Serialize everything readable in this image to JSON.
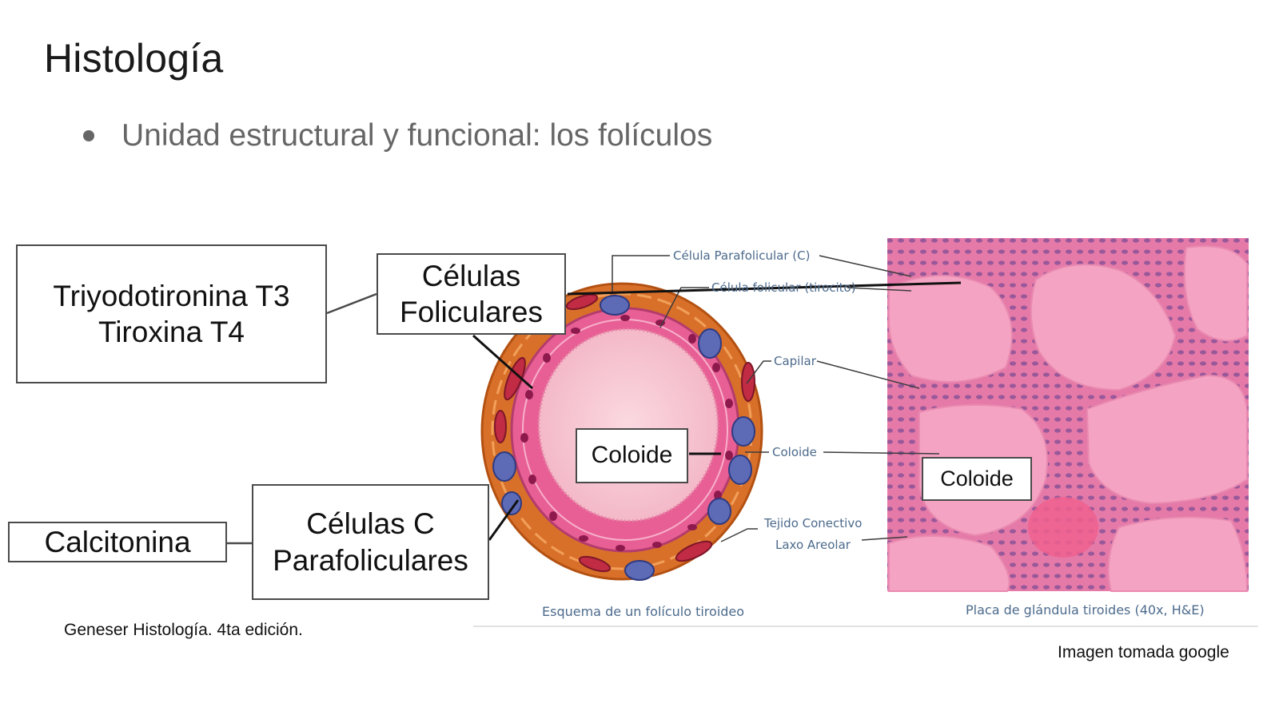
{
  "slide": {
    "title": "Histología",
    "bullet": "Unidad estructural y funcional: los folículos"
  },
  "boxes": {
    "hormones": [
      "Triyodotironina T3",
      "Tiroxina T4"
    ],
    "follicular_cells": [
      "Células",
      "Foliculares"
    ],
    "c_cells": [
      "Células C",
      "Parafoliculares"
    ],
    "calcitonin": "Calcitonina",
    "colloid_diagram": "Coloide",
    "colloid_micrograph": "Coloide"
  },
  "figure_labels": {
    "parafollicular": "Célula Parafolicular (C)",
    "follicular": "Célula folicular (tirocito)",
    "capillary": "Capilar",
    "colloid": "Coloide",
    "connective_1": "Tejido Conectivo",
    "connective_2": "Laxo Areolar"
  },
  "captions": {
    "diagram": "Esquema de un folículo tiroideo",
    "micrograph": "Placa de glándula tiroides (40x, H&E)"
  },
  "footnotes": {
    "source": "Geneser Histología. 4ta edición.",
    "image_credit": "Imagen tomada google"
  },
  "colors": {
    "connective_tissue": "#d9702a",
    "follicular_cell": "#e85f95",
    "parafollicular_cell": "#5d6ab6",
    "colloid": "#f6bfcc",
    "micrograph_bg": "#f5a3c3",
    "label_blue": "#4c6a8c",
    "box_border": "#4a4a4a"
  }
}
